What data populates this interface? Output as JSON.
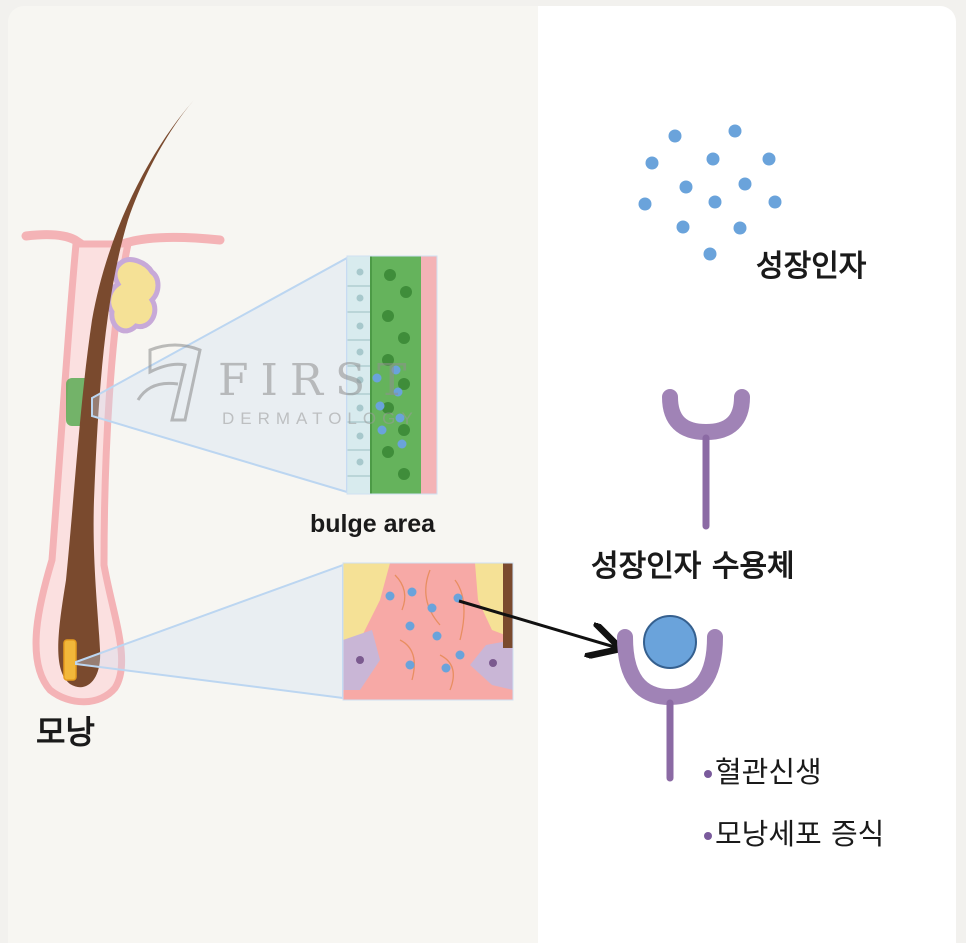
{
  "labels": {
    "follicle": "모낭",
    "bulge_area": "bulge area",
    "growth_factor": "성장인자",
    "growth_factor_receptor": "성장인자 수용체"
  },
  "watermark": {
    "brand": "FIRST",
    "sub": "DERMATOLOGY"
  },
  "effects": [
    "혈관신생",
    "모낭세포 증식"
  ],
  "colors": {
    "hair_shaft": "#7a4a2e",
    "skin_pink": "#f4b3b6",
    "follicle_pink": "#f7c7c8",
    "bulge_green": "#5aaa54",
    "growth_factor_blue": "#6aa3db",
    "receptor_purple": "#a083b6",
    "receptor_stem": "#8b6aa4",
    "sebaceous_yellow": "#f5e196",
    "callout_blue": "#bcd6f1",
    "bullet_purple": "#7a5a9c"
  }
}
